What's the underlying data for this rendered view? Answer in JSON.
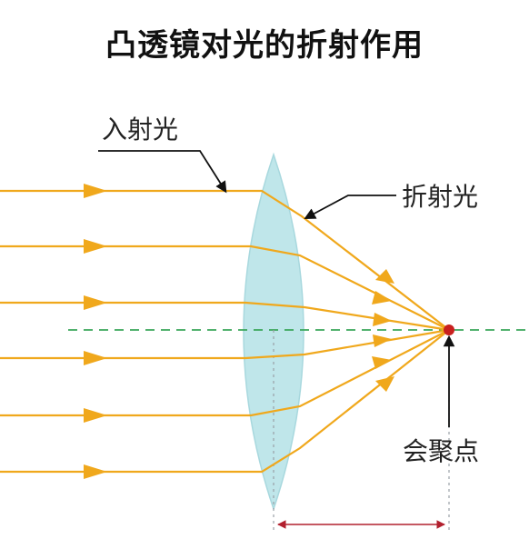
{
  "title": "凸透镜对光的折射作用",
  "labels": {
    "incident": "入射光",
    "refracted": "折射光",
    "focus": "会聚点"
  },
  "colors": {
    "ray": "#f0a81c",
    "lens_fill": "#bfe6ea",
    "lens_edge": "#a8d8de",
    "axis": "#3aa65a",
    "focus_point": "#c8201e",
    "dimension": "#b2202e",
    "guide": "#9aa0a6",
    "pointer": "#111111"
  },
  "rays": [
    "ray-1",
    "ray-2",
    "ray-3",
    "ray-4",
    "ray-5",
    "ray-6"
  ]
}
